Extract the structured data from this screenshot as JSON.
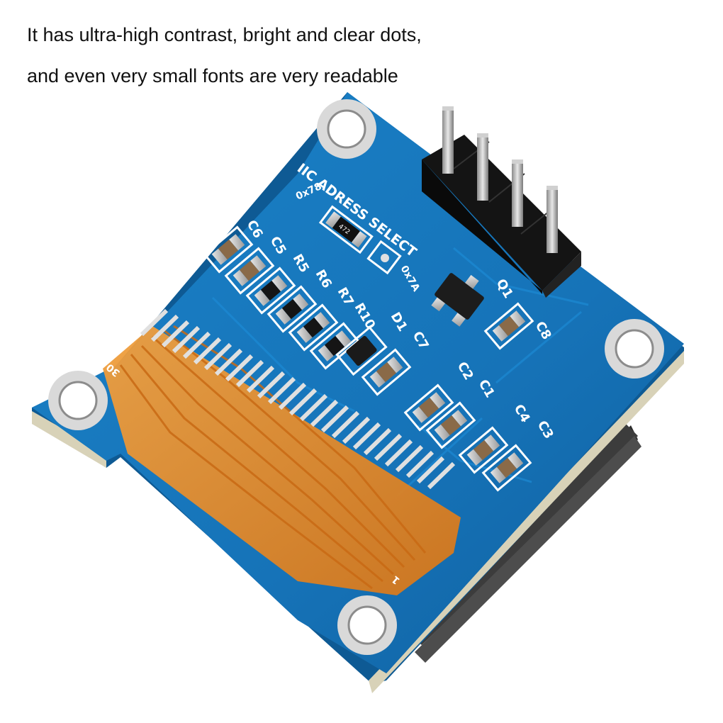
{
  "caption": {
    "line1": "It has ultra-high contrast, bright and clear dots,",
    "line2": "and even very small fonts are very readable"
  },
  "board": {
    "header_label": "IIC ADRESS SELECT",
    "addr_left": "0x78",
    "addr_right": "0x7A",
    "resistor_code": "472",
    "components": [
      "C6",
      "C5",
      "R5",
      "R6",
      "R7",
      "R10",
      "D1",
      "C7",
      "Q1",
      "C8",
      "C2",
      "C1",
      "C4",
      "C3"
    ],
    "flex_pin_30": "30",
    "flex_pin_1": "1"
  },
  "colors": {
    "pcb_blue": "#1673b8",
    "pcb_edge": "#0e5a94",
    "flex_orange": "#e88a22",
    "pin_black": "#1a1a1a"
  }
}
